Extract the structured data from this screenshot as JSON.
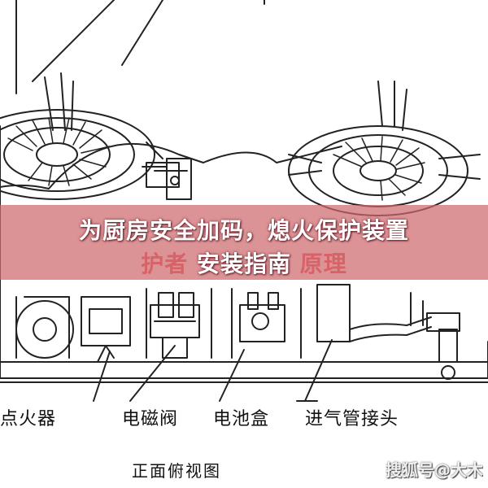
{
  "labels": {
    "igniter": "点火器",
    "valve": "电磁阀",
    "battery": "电池盒",
    "joint": "进气管接头"
  },
  "view_caption": "正面俯视图",
  "banner": {
    "line1": "为厨房安全加码，熄火保护装置",
    "line2_faded_left": "护者",
    "line2_main": "安装指南",
    "line2_faded_right": "原理"
  },
  "watermark": "搜狐号@大木",
  "colors": {
    "line": "#222222",
    "banner": "#cd696e",
    "banner_text": "#ffffff"
  }
}
